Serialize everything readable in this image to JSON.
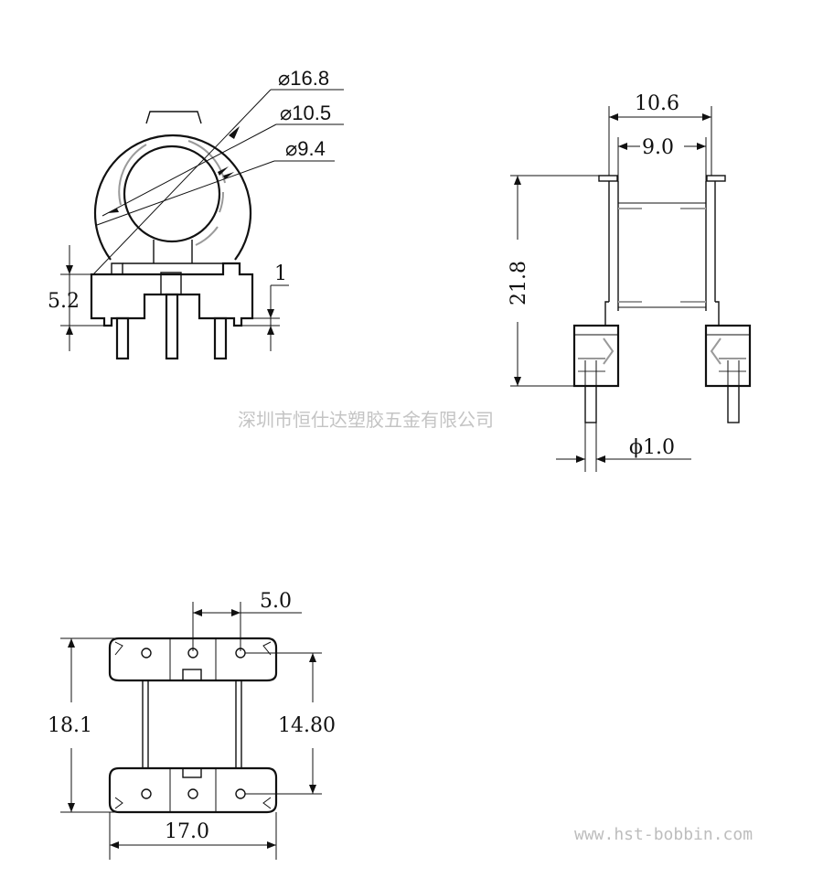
{
  "views": {
    "front": {
      "diameters": [
        "⌀16.8",
        "⌀10.5",
        "⌀9.4"
      ],
      "height_label": "5.2",
      "step_label": "1"
    },
    "side": {
      "width_outer": "10.6",
      "width_inner": "9.0",
      "height": "21.8",
      "pin_diameter": "ϕ1.0"
    },
    "bottom": {
      "pin_pitch": "5.0",
      "total_length": "18.1",
      "pin_row_spacing": "14.80",
      "width": "17.0"
    }
  },
  "watermark": "深圳市恒仕达塑胶五金有限公司",
  "website": "www.hst-bobbin.com",
  "colors": {
    "line": "#111111",
    "hidden_line": "#9a9a9a",
    "watermark": "#c4c4c4"
  }
}
